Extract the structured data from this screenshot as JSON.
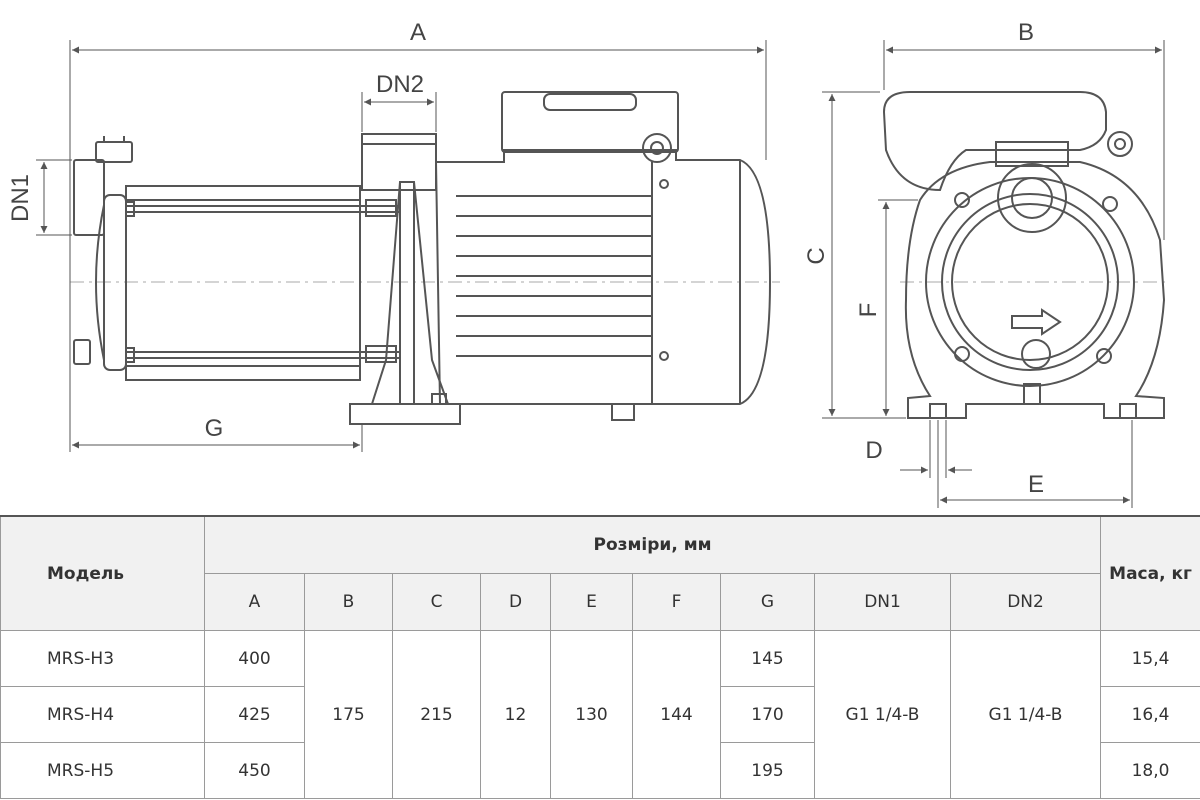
{
  "drawing": {
    "labels": {
      "A": "A",
      "B": "B",
      "C": "C",
      "D": "D",
      "E": "E",
      "F": "F",
      "G": "G",
      "DN1": "DN1",
      "DN2": "DN2"
    }
  },
  "table": {
    "model_header": "Модель",
    "dimensions_header": "Розміри, мм",
    "mass_header": "Маса, кг",
    "columns": [
      "A",
      "B",
      "C",
      "D",
      "E",
      "F",
      "G",
      "DN1",
      "DN2"
    ],
    "shared": {
      "B": "175",
      "C": "215",
      "D": "12",
      "E": "130",
      "F": "144",
      "DN1": "G1 1/4-B",
      "DN2": "G1 1/4-B"
    },
    "rows": [
      {
        "model": "MRS-H3",
        "A": "400",
        "G": "145",
        "mass": "15,4"
      },
      {
        "model": "MRS-H4",
        "A": "425",
        "G": "170",
        "mass": "16,4"
      },
      {
        "model": "MRS-H5",
        "A": "450",
        "G": "195",
        "mass": "18,0"
      }
    ]
  }
}
